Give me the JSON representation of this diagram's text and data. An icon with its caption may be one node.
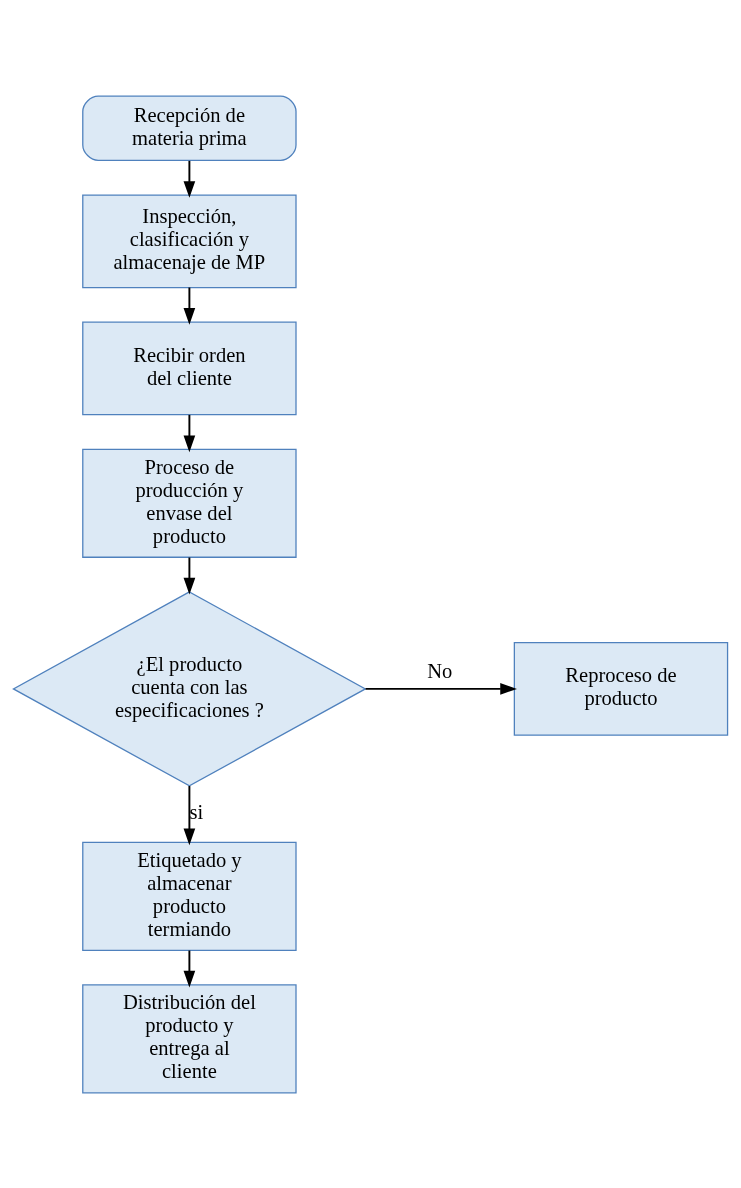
{
  "diagram": {
    "nodes": [
      {
        "text": [
          "Recepción de materia prima"
        ]
      },
      {
        "text": [
          "Inspección, clasificación y almacenaje de MP"
        ]
      },
      {
        "text": [
          "Recibir orden del cliente"
        ]
      },
      {
        "text": [
          "Proceso de producción y envase del producto"
        ]
      },
      {
        "text": [
          "¿El producto cuenta con las especificaciones ?"
        ]
      },
      {
        "text": [
          "Reproceso de producto"
        ]
      },
      {
        "text": [
          "Etiquetado y almacenar producto termiando"
        ]
      },
      {
        "text": [
          "Distribución del producto y entrega al cliente"
        ]
      }
    ],
    "edges": [
      {
        "from": 0,
        "to": 1,
        "arrow": "to"
      },
      {
        "from": 1,
        "to": 2,
        "arrow": "to"
      },
      {
        "from": 2,
        "to": 3,
        "arrow": "to"
      },
      {
        "from": 3,
        "to": 4,
        "arrow": "to"
      },
      {
        "from": 4,
        "to": 5,
        "label": "No",
        "arrow": "to"
      },
      {
        "from": 4,
        "to": 6,
        "label": "si",
        "arrow": "to"
      },
      {
        "from": 6,
        "to": 7,
        "arrow": "to"
      }
    ]
  }
}
